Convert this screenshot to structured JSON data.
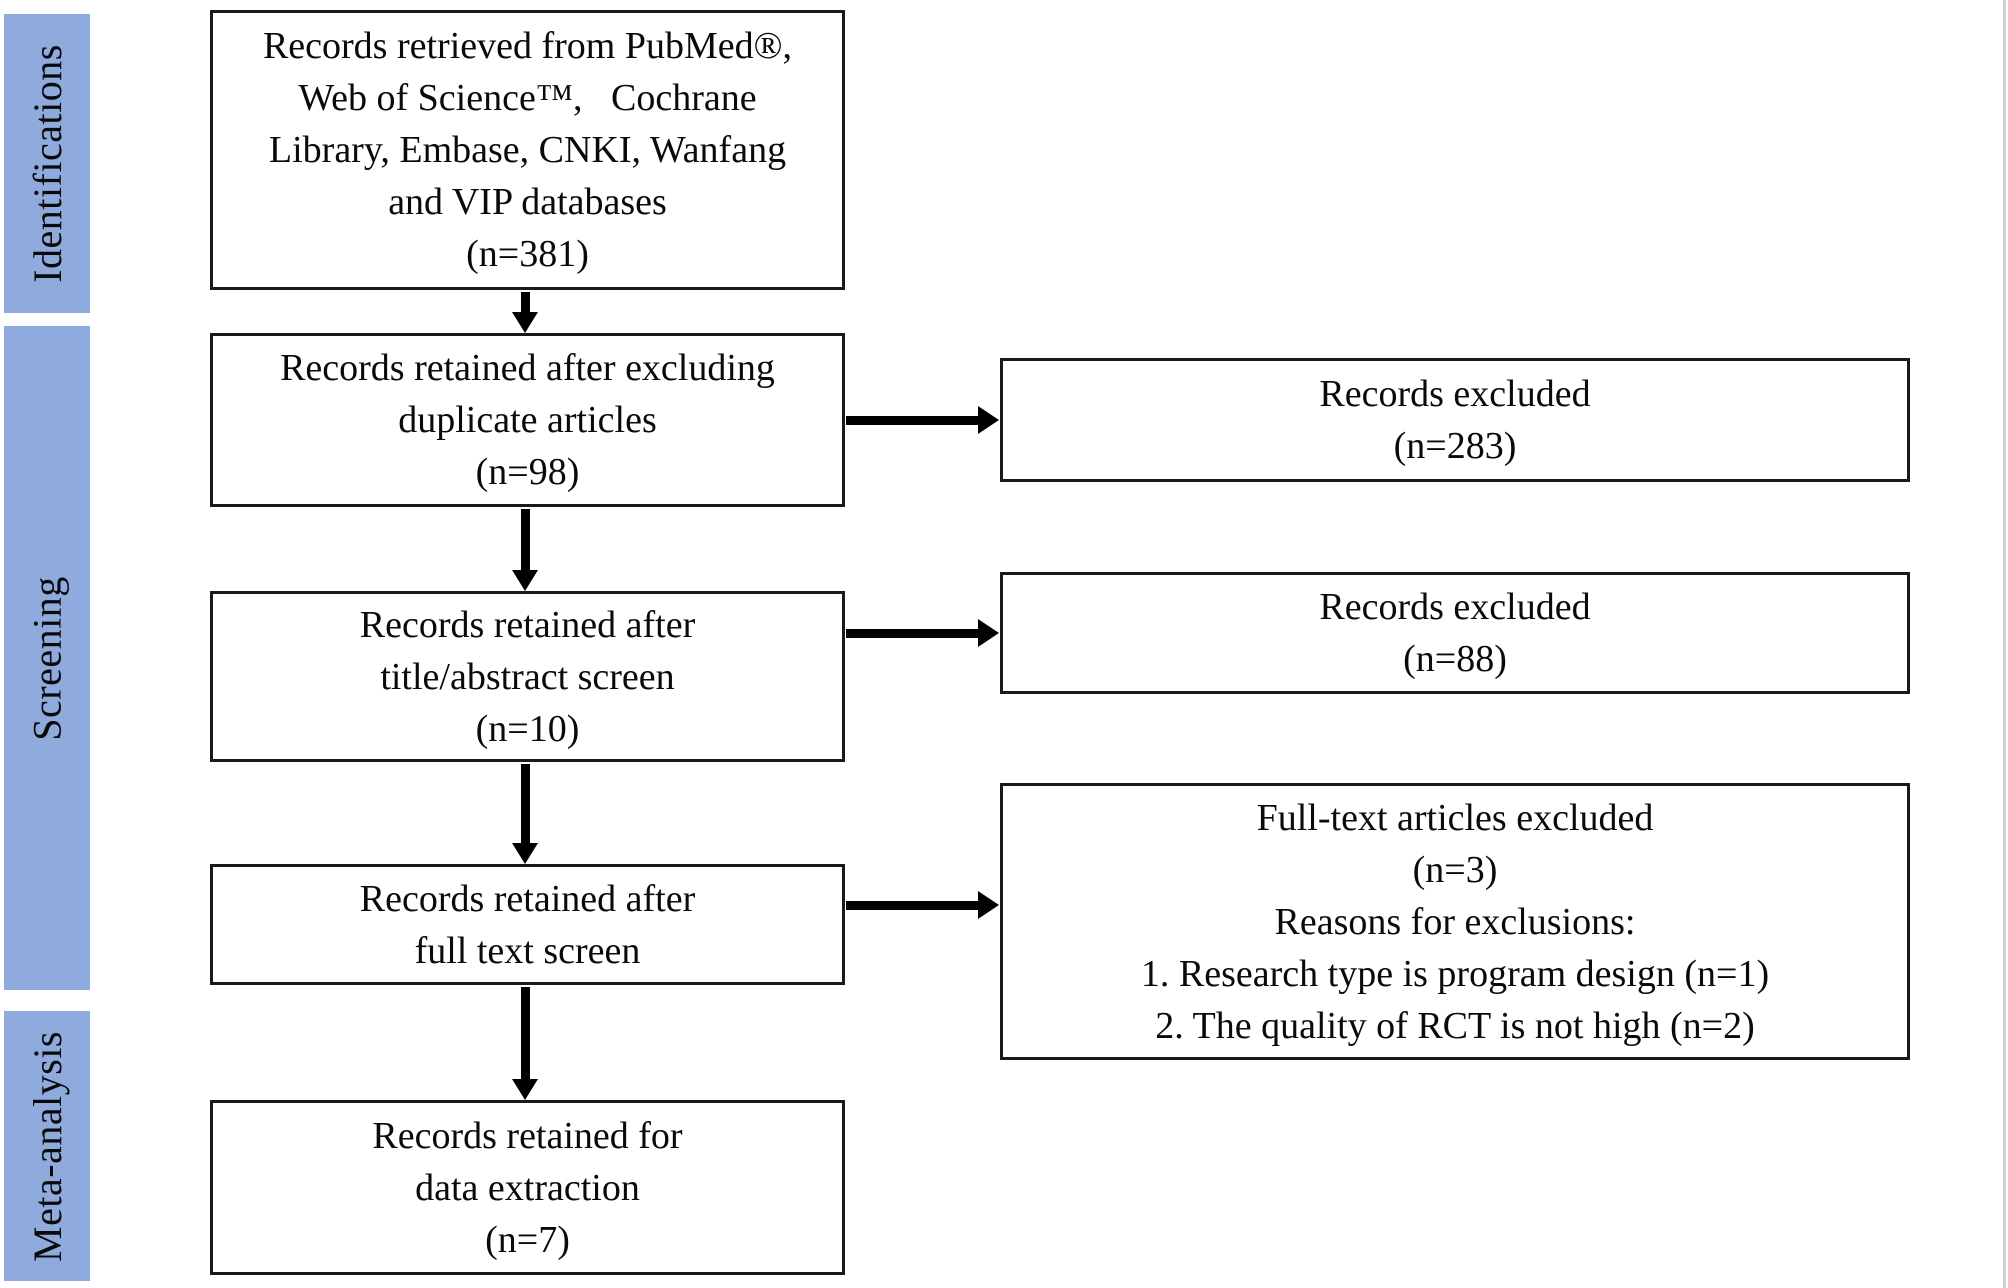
{
  "diagram": {
    "type": "prisma-flow",
    "band_color": "#8FAADC",
    "border_color": "#1a1a1a",
    "arrow_color": "#000000",
    "edge_line_color": "#d6d1d1"
  },
  "sidebar": {
    "bands": [
      {
        "label": "Identifications"
      },
      {
        "label": "Screening"
      },
      {
        "label": "Meta-analysis"
      }
    ]
  },
  "flow": {
    "main_boxes": [
      {
        "id": "retrieved",
        "text": "Records retrieved from PubMed®,\nWeb of Science™,   Cochrane\nLibrary, Embase, CNKI, Wanfang\nand VIP databases\n(n=381)"
      },
      {
        "id": "dedup",
        "text": "Records retained after excluding\nduplicate articles\n(n=98)"
      },
      {
        "id": "title-abstract",
        "text": "Records retained after\ntitle/abstract screen\n(n=10)"
      },
      {
        "id": "full-text",
        "text": "Records retained after\nfull text screen"
      },
      {
        "id": "data-extraction",
        "text": "Records retained for\ndata extraction\n(n=7)"
      }
    ],
    "side_boxes": [
      {
        "id": "excluded-1",
        "text": "Records excluded\n(n=283)"
      },
      {
        "id": "excluded-2",
        "text": "Records excluded\n(n=88)"
      },
      {
        "id": "excluded-fulltext",
        "text": "Full-text articles excluded\n(n=3)\nReasons for exclusions:\n1. Research type is program design (n=1)\n2. The quality of RCT is not high (n=2)"
      }
    ]
  }
}
